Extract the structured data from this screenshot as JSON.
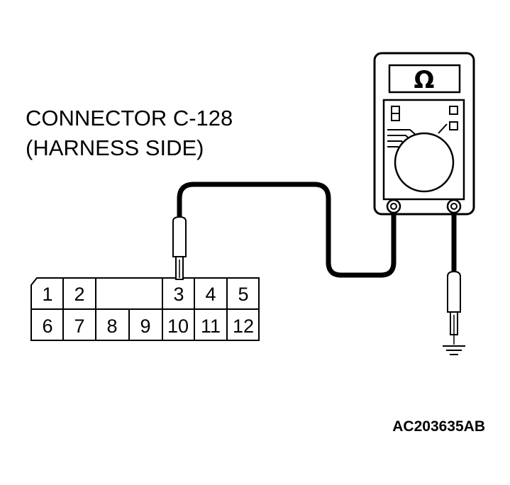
{
  "connector": {
    "title_line1": "CONNECTOR C-128",
    "title_line2": "(HARNESS SIDE)",
    "pins": {
      "p1": "1",
      "p2": "2",
      "p3": "3",
      "p4": "4",
      "p5": "5",
      "p6": "6",
      "p7": "7",
      "p8": "8",
      "p9": "9",
      "p10": "10",
      "p11": "11",
      "p12": "12"
    },
    "probe_pin": "3"
  },
  "meter": {
    "mode_symbol": "Ω",
    "icon": "ohmmeter-icon"
  },
  "ground": {
    "icon": "ground-symbol-icon"
  },
  "figure_code": "AC203635AB"
}
